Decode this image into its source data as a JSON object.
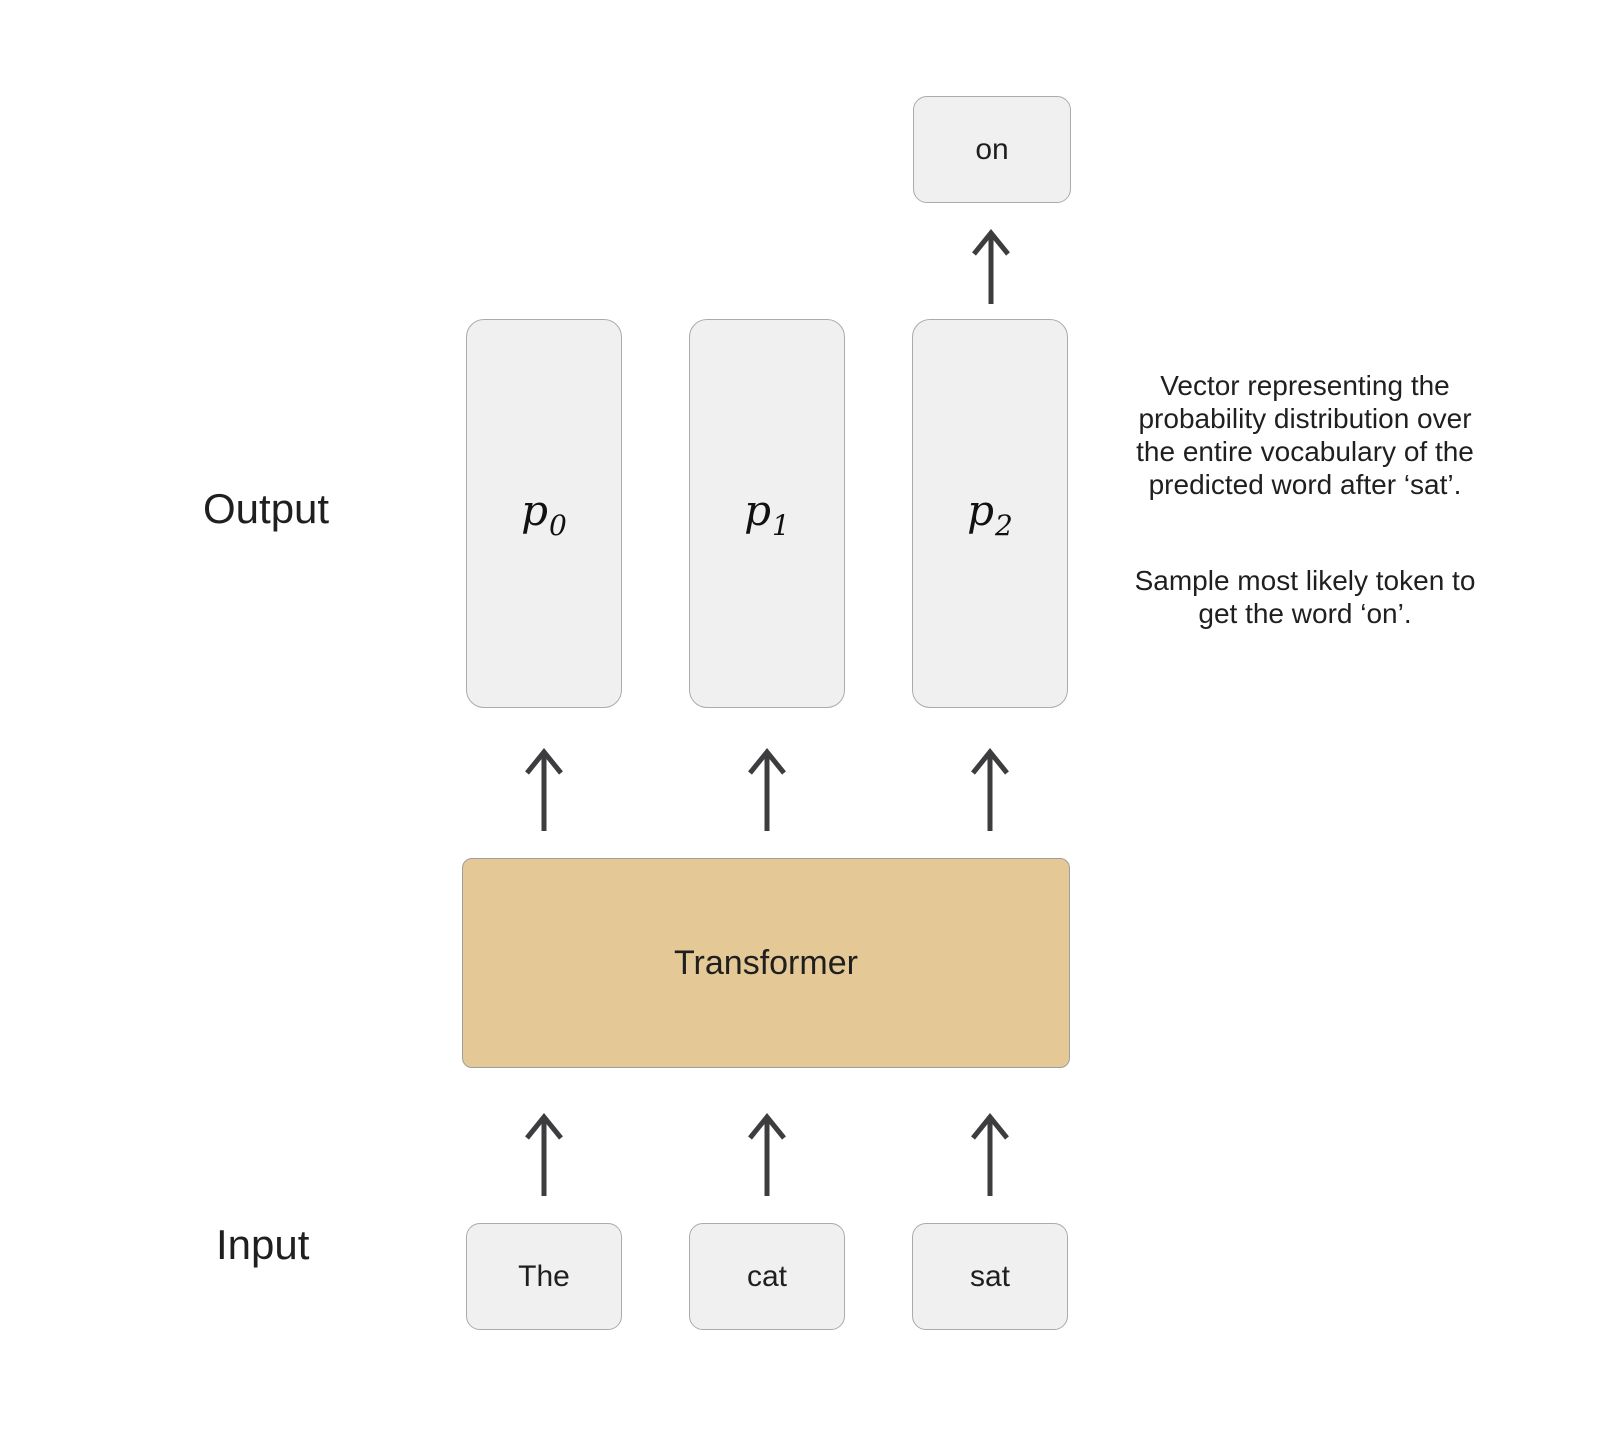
{
  "colors": {
    "background": "#ffffff",
    "token_box_fill": "#f0f0f0",
    "token_box_border": "#ababab",
    "transformer_fill": "#e4c996",
    "transformer_border": "#9e9e9e",
    "arrow": "#3d3d3f",
    "text": "#1f1f1f"
  },
  "labels": {
    "output": "Output",
    "input": "Input"
  },
  "transformer": {
    "label": "Transformer"
  },
  "input_tokens": [
    "The",
    "cat",
    "sat"
  ],
  "output_token": "on",
  "probability_vectors": [
    {
      "base": "p",
      "sub": "0"
    },
    {
      "base": "p",
      "sub": "1"
    },
    {
      "base": "p",
      "sub": "2"
    }
  ],
  "annotation": {
    "paragraph1": "Vector representing the\nprobability distribution over\nthe entire vocabulary of the\npredicted word after ‘sat’.",
    "paragraph2": "Sample most likely token to\nget the word ‘on’."
  }
}
